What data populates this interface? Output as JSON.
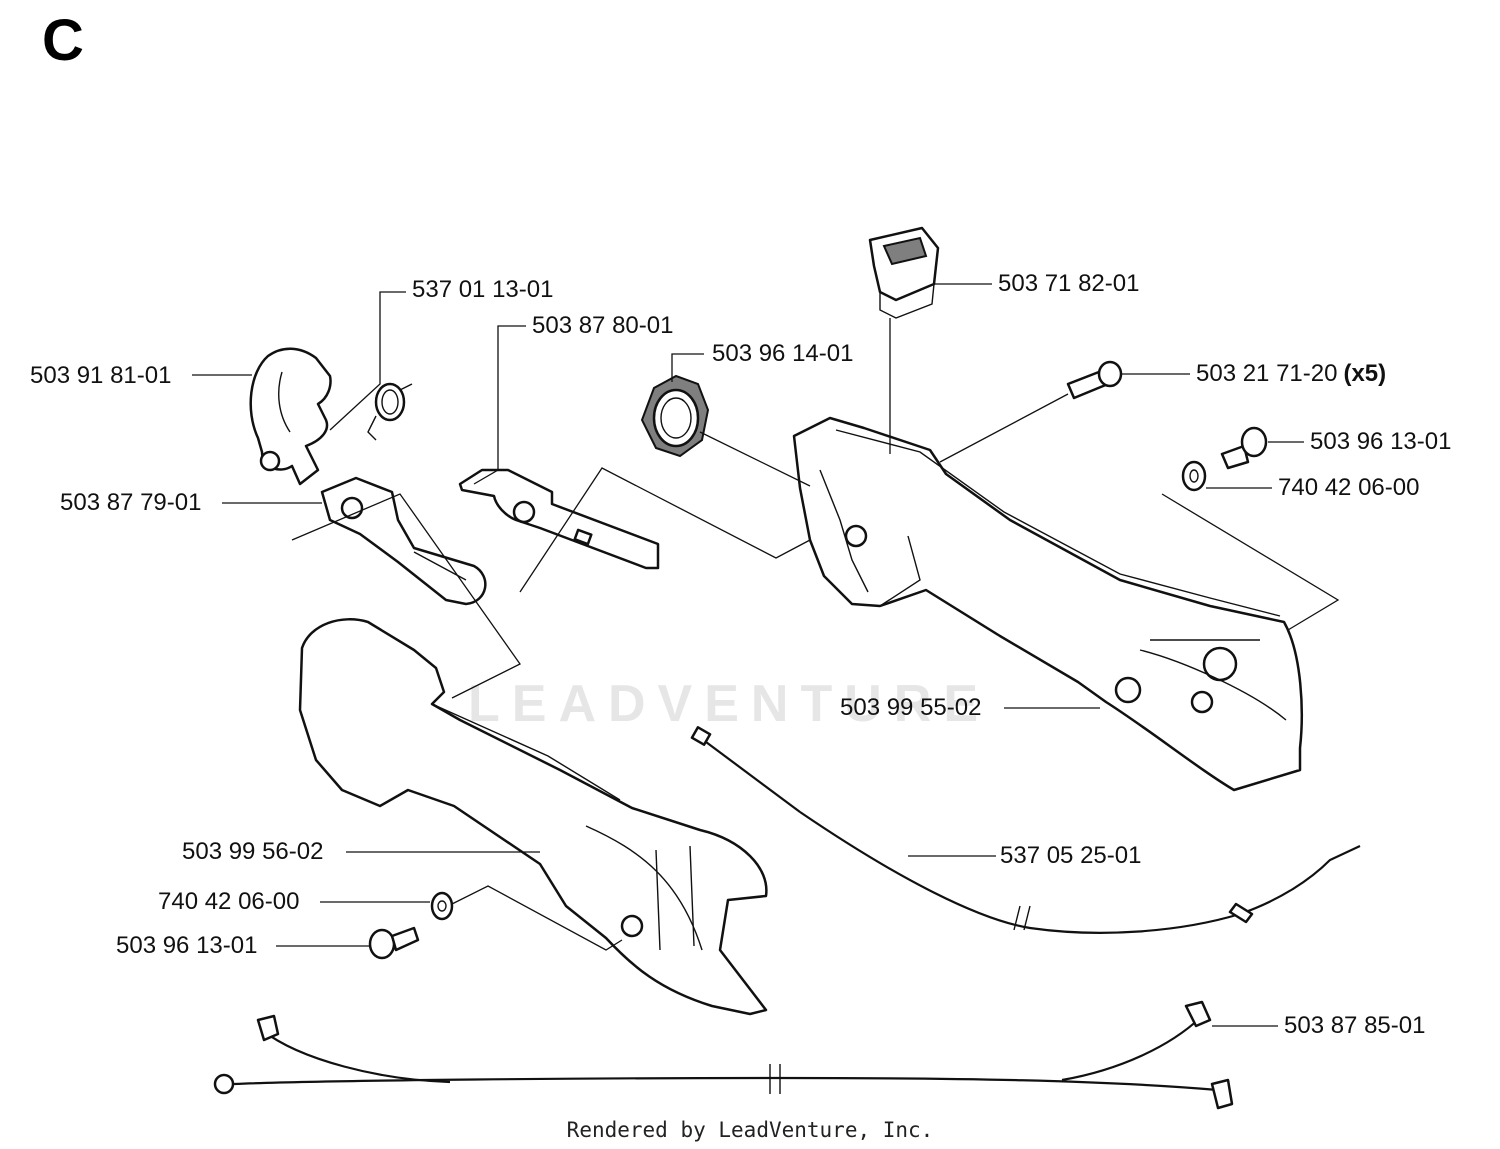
{
  "section": "C",
  "watermark": "LEADVENTURE",
  "footer": "Rendered by LeadVenture, Inc.",
  "parts": {
    "clamp": "503 91 81-01",
    "spring": "537 01 13-01",
    "throttle_trigger": "503 87 80-01",
    "nut_ring": "503 96 14-01",
    "switch": "503 71 82-01",
    "screw_x5": "503 21 71-20",
    "screw_x5_qty": "(x5)",
    "screw_right": "503 96 13-01",
    "washer_right": "740 42 06-00",
    "lockout_lever": "503 87 79-01",
    "handle_right_half": "503 99 55-02",
    "throttle_cable": "537 05 25-01",
    "handle_left_half": "503 99 56-02",
    "washer_left": "740 42 06-00",
    "screw_left": "503 96 13-01",
    "wire_harness": "503 87 85-01"
  }
}
